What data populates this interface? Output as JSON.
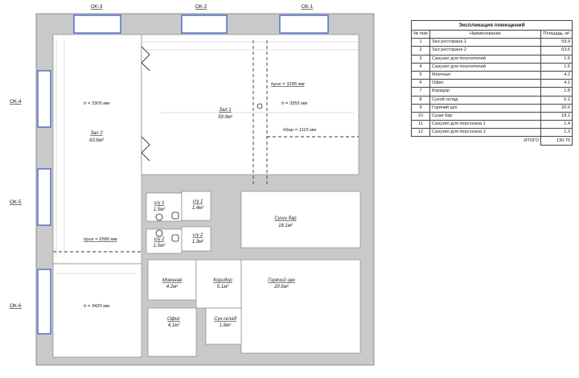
{
  "windows": {
    "ok3": "ОК-3",
    "ok2": "ОК-2",
    "ok1": "ОК-1",
    "ok4": "ОК-4",
    "ok5": "ОК-5",
    "ok6": "ОК-6"
  },
  "rooms": {
    "hall2": {
      "name": "Зал 2",
      "area": "63.6м²"
    },
    "hall1": {
      "name": "Зал 1",
      "area": "59.9м²"
    },
    "wc1": {
      "name": "с/у 1",
      "area": "1.5м²"
    },
    "wc2": {
      "name": "с/у 2",
      "area": "1.5м²"
    },
    "wc1s": {
      "name": "с/у 1",
      "area": "1.4м²"
    },
    "wc2s": {
      "name": "с/у 2",
      "area": "1.3м²"
    },
    "sushi": {
      "name": "Суши бар",
      "area": "18.1м²"
    },
    "wash": {
      "name": "Моечная",
      "area": "4.2м²"
    },
    "corridor": {
      "name": "Коридор",
      "area": "5.1м²"
    },
    "hot": {
      "name": "Горячий цех",
      "area": "20.6м²"
    },
    "office": {
      "name": "Офис",
      "area": "4.1м²"
    },
    "dry": {
      "name": "Сух.склад",
      "area": "1.8м²"
    }
  },
  "heights": {
    "h1": "h = 3305 мм",
    "h2": "h = 3355 мм",
    "h3": "h = 3420 мм",
    "hrig1": "hриг = 3185 мм",
    "hbar": "hбар = 1115 мм",
    "hrig2": "hриг = 2580 мм"
  },
  "table": {
    "title": "Экспликация помещений",
    "headers": [
      "№ пом",
      "Наименование",
      "Площадь, м²"
    ],
    "rows": [
      [
        "1",
        "Зал ресторана 1",
        "59.9"
      ],
      [
        "2",
        "Зал ресторана 2",
        "63.6"
      ],
      [
        "3",
        "Санузел для посетителей",
        "1.5"
      ],
      [
        "4",
        "Санузел для посетителей",
        "1.5"
      ],
      [
        "5",
        "Моечная",
        "4.2"
      ],
      [
        "6",
        "Офис",
        "4.1"
      ],
      [
        "7",
        "Коридор",
        "1.8"
      ],
      [
        "8",
        "Сухой склад",
        "5.1"
      ],
      [
        "9",
        "Горячий цех",
        "20.6"
      ],
      [
        "10",
        "Суши бар",
        "18.1"
      ],
      [
        "11",
        "Санузел для персонала 1",
        "1.4"
      ],
      [
        "12",
        "Санузел для персонала 2",
        "1.3"
      ]
    ],
    "total_label": "ИТОГО",
    "total_value": "130.70"
  }
}
